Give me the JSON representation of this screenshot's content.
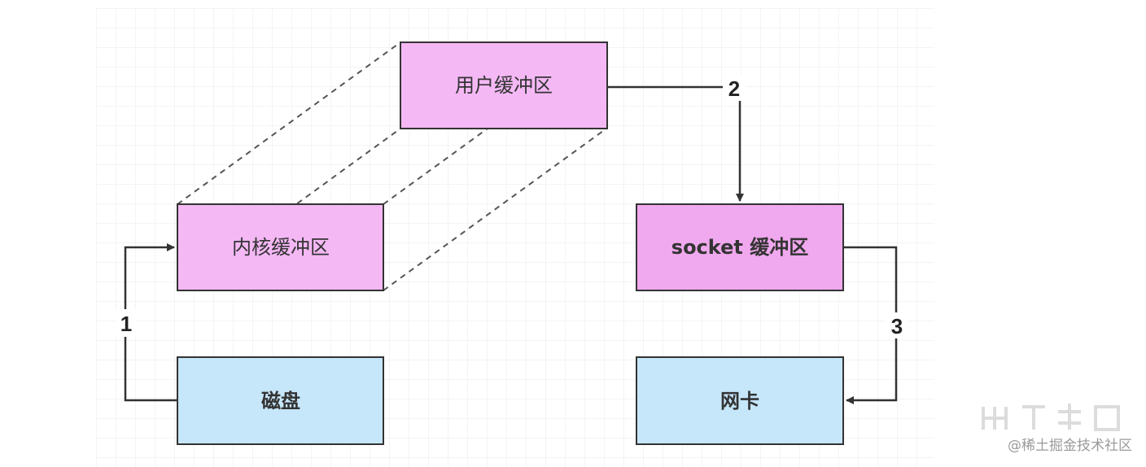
{
  "diagram": {
    "nodes": {
      "user_buffer": {
        "label": "用户缓冲区",
        "color": "#f4b8f4"
      },
      "kernel_buffer": {
        "label": "内核缓冲区",
        "color": "#f4b8f4"
      },
      "socket_buffer": {
        "label": "socket 缓冲区",
        "color": "#f0a8ee"
      },
      "disk": {
        "label": "磁盘",
        "color": "#c6e6fa"
      },
      "nic": {
        "label": "网卡",
        "color": "#c6e6fa"
      }
    },
    "steps": {
      "step1": "1",
      "step2": "2",
      "step3": "3"
    },
    "colors": {
      "box_border": "#333333",
      "arrow": "#333333",
      "dashed": "#555555",
      "grid": "#e8e8e8"
    }
  },
  "watermark": {
    "text": "@稀土掘金技术社区"
  }
}
